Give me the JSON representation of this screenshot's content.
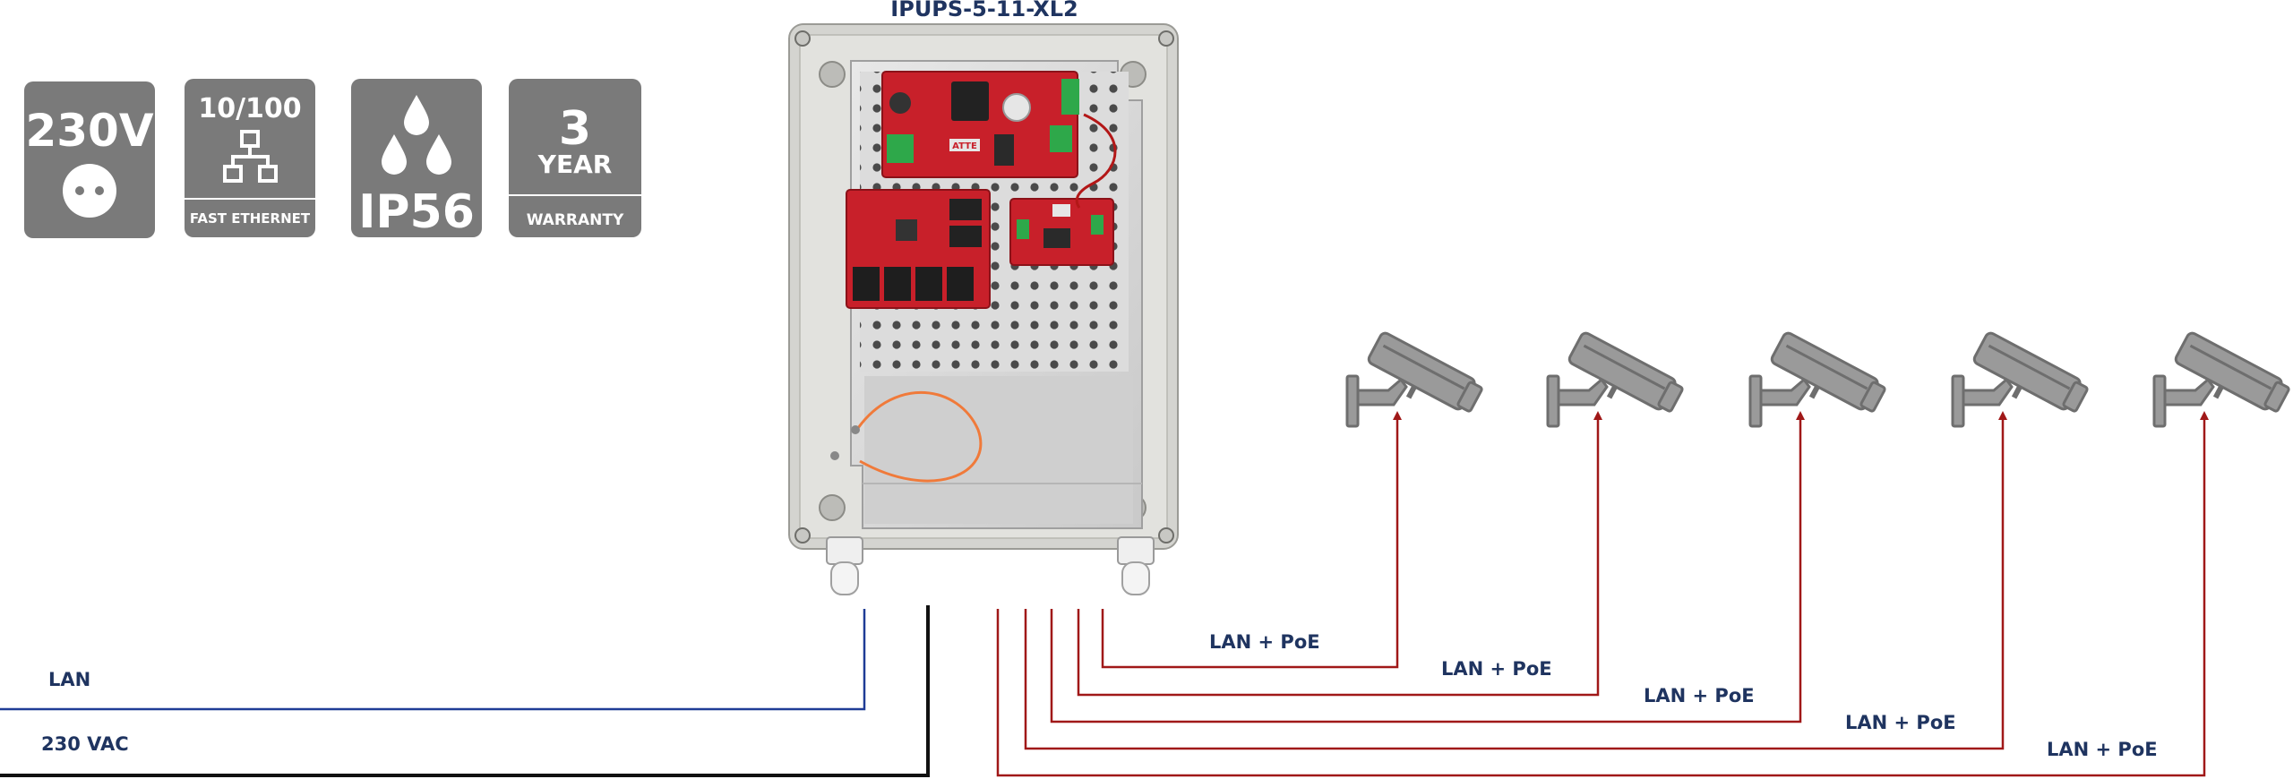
{
  "device": {
    "title": "IPUPS-5-11-XL2",
    "psu_brand": "ATTE"
  },
  "badges": [
    {
      "id": "voltage",
      "text": "230V",
      "icon": "power-socket-icon"
    },
    {
      "id": "ethernet",
      "top": "10/100",
      "icon": "network-topology-icon",
      "bottom": "FAST ETHERNET"
    },
    {
      "id": "ip",
      "text": "IP56",
      "icon": "water-drops-icon"
    },
    {
      "id": "warranty",
      "top": "3",
      "middle": "YEAR",
      "bottom": "WARRANTY"
    }
  ],
  "connections": {
    "lan_label": "LAN",
    "power_label": "230 VAC",
    "poe_labels": [
      "LAN + PoE",
      "LAN + PoE",
      "LAN + PoE",
      "LAN + PoE",
      "LAN + PoE"
    ]
  },
  "cameras": [
    {
      "icon": "cctv-camera-icon"
    },
    {
      "icon": "cctv-camera-icon"
    },
    {
      "icon": "cctv-camera-icon"
    },
    {
      "icon": "cctv-camera-icon"
    },
    {
      "icon": "cctv-camera-icon"
    }
  ],
  "colors": {
    "badge_gray": "#7a7a7a",
    "lan_line": "#1f3c96",
    "power_line": "#111111",
    "poe_line": "#a01818",
    "label_text": "#1f3460",
    "camera_gray": "#9a9a9a",
    "pcb_red": "#c8202a"
  }
}
